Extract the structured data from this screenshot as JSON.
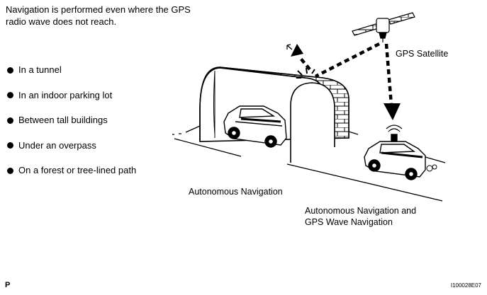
{
  "intro": {
    "line1": "Navigation is performed even where the GPS",
    "line2": "radio wave does not reach."
  },
  "bullets": [
    "In a tunnel",
    "In an indoor parking lot",
    "Between tall buildings",
    "Under an overpass",
    "On a forest or tree-lined path"
  ],
  "labels": {
    "satellite": "GPS Satellite",
    "autonomous": "Autonomous Navigation",
    "combined_line1": "Autonomous Navigation and",
    "combined_line2": "GPS Wave Navigation"
  },
  "corner_left": "P",
  "figure_id": "I100028E07"
}
